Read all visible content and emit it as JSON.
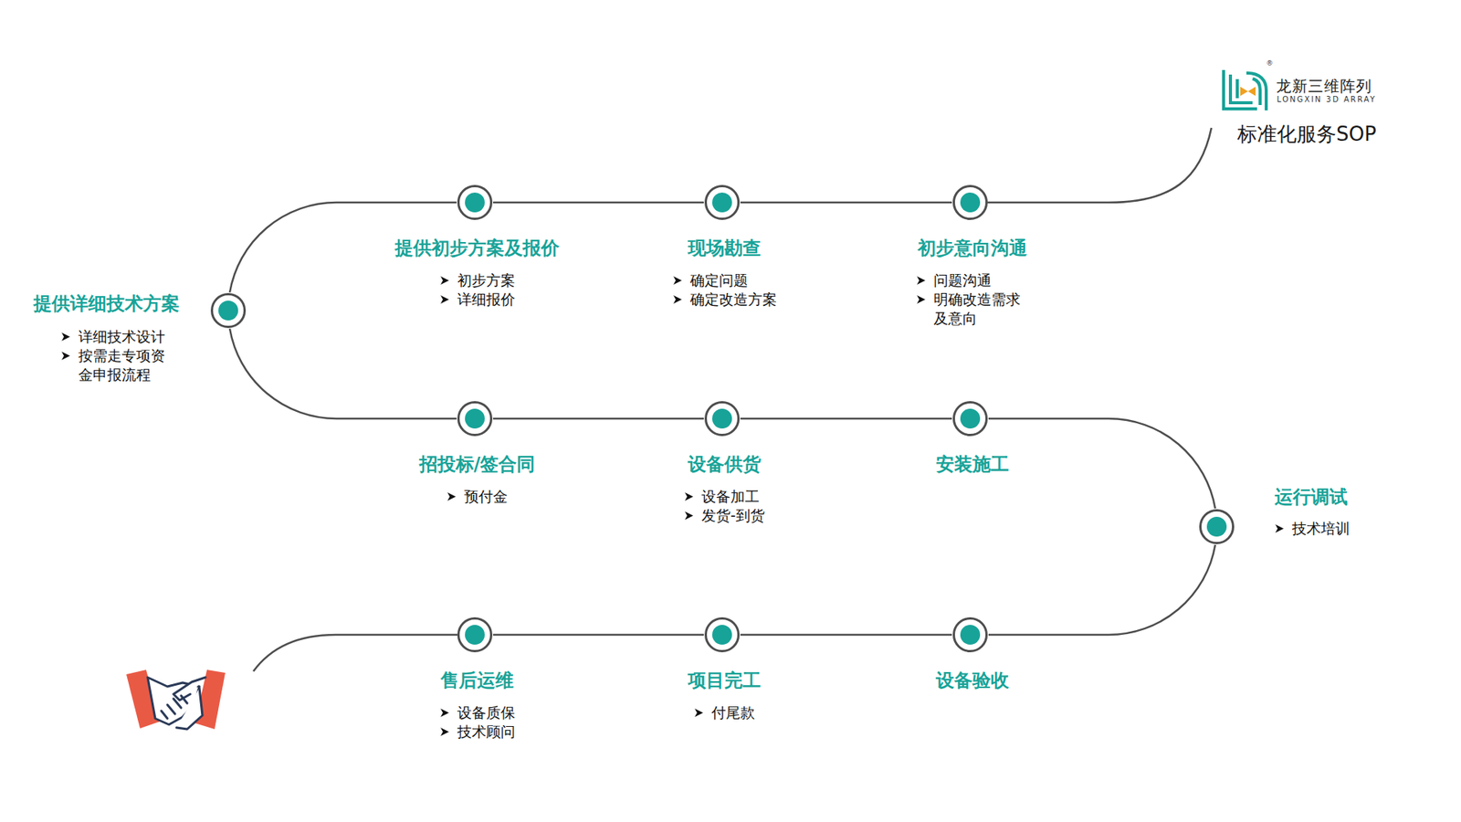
{
  "diagram": {
    "title": "标准化服务SOP",
    "nodes": [
      {
        "text": [
          "初步意向沟通",
          "问题沟通",
          "明确改造需求及意向"
        ]
      },
      {
        "text": [
          "现场勘查",
          "确定问题",
          "确定改造方案"
        ]
      },
      {
        "text": [
          "提供初步方案及报价",
          "初步方案",
          "详细报价"
        ]
      },
      {
        "text": [
          "提供详细技术方案",
          "详细技术设计",
          "按需走专项资 金申报流程"
        ]
      },
      {
        "text": [
          "招投标/签合同",
          "预付金"
        ]
      },
      {
        "text": [
          "设备供货",
          "设备加工",
          "发货-到货"
        ]
      },
      {
        "text": [
          "安装施工"
        ]
      },
      {
        "text": [
          "运行调试",
          "技术培训"
        ]
      },
      {
        "text": [
          "设备验收"
        ]
      },
      {
        "text": [
          "项目完工",
          "付尾款"
        ]
      },
      {
        "text": [
          "售后运维",
          "设备质保",
          "技术顾问"
        ]
      }
    ],
    "edges": [
      {
        "from": 0,
        "to": 1,
        "arrow": "none"
      },
      {
        "from": 1,
        "to": 2,
        "arrow": "none"
      },
      {
        "from": 2,
        "to": 3,
        "arrow": "none"
      },
      {
        "from": 3,
        "to": 4,
        "arrow": "none"
      },
      {
        "from": 4,
        "to": 5,
        "arrow": "none"
      },
      {
        "from": 5,
        "to": 6,
        "arrow": "none"
      },
      {
        "from": 6,
        "to": 7,
        "arrow": "none"
      },
      {
        "from": 7,
        "to": 8,
        "arrow": "none"
      },
      {
        "from": 8,
        "to": 9,
        "arrow": "none"
      },
      {
        "from": 9,
        "to": 10,
        "arrow": "none"
      }
    ],
    "labels": [
      "®",
      "龙新三维阵列",
      "LONGXIN 3D ARRAY"
    ]
  }
}
